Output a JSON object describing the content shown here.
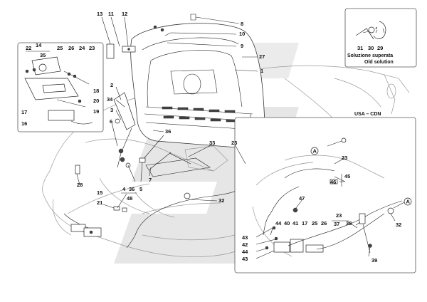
{
  "diagram": {
    "watermark_color": "#d9d9d9",
    "line_color": "#222222",
    "outline_color": "#9a9a9a",
    "callouts": {
      "c13": "13",
      "c11": "11",
      "c12": "12",
      "c8": "8",
      "c10": "10",
      "c9": "9",
      "c27": "27",
      "c1": "1",
      "c2": "2",
      "c34": "34",
      "c3": "3",
      "c6": "6",
      "c36a": "36",
      "c33": "33",
      "c23a": "23",
      "c7": "7",
      "c28": "28",
      "c4": "4",
      "c36b": "36",
      "c5": "5",
      "c48": "48",
      "c15": "15",
      "c21": "21",
      "c32a": "32",
      "l22": "22",
      "l14": "14",
      "l25": "25",
      "l26": "26",
      "l24": "24",
      "l23": "23",
      "l35": "35",
      "l18": "18",
      "l20": "20",
      "l19": "19",
      "l17": "17",
      "l16": "16",
      "i31": "31",
      "i30": "30",
      "i29": "29",
      "u23": "23",
      "u45": "45",
      "u46": "46",
      "u47": "47",
      "u38": "38",
      "u23b": "23",
      "u37": "37",
      "u32": "32",
      "u43a": "43",
      "u42": "42",
      "u44a": "44",
      "u43b": "43",
      "u44b": "44",
      "u40": "40",
      "u41": "41",
      "u17": "17",
      "u25": "25",
      "u26": "26",
      "u39": "39",
      "a1": "A",
      "a2": "A"
    },
    "inset_old_solution": {
      "caption_it": "Soluzione superata",
      "caption_en": "Old solution"
    },
    "usa_cdn_label": "USA – CDN"
  }
}
